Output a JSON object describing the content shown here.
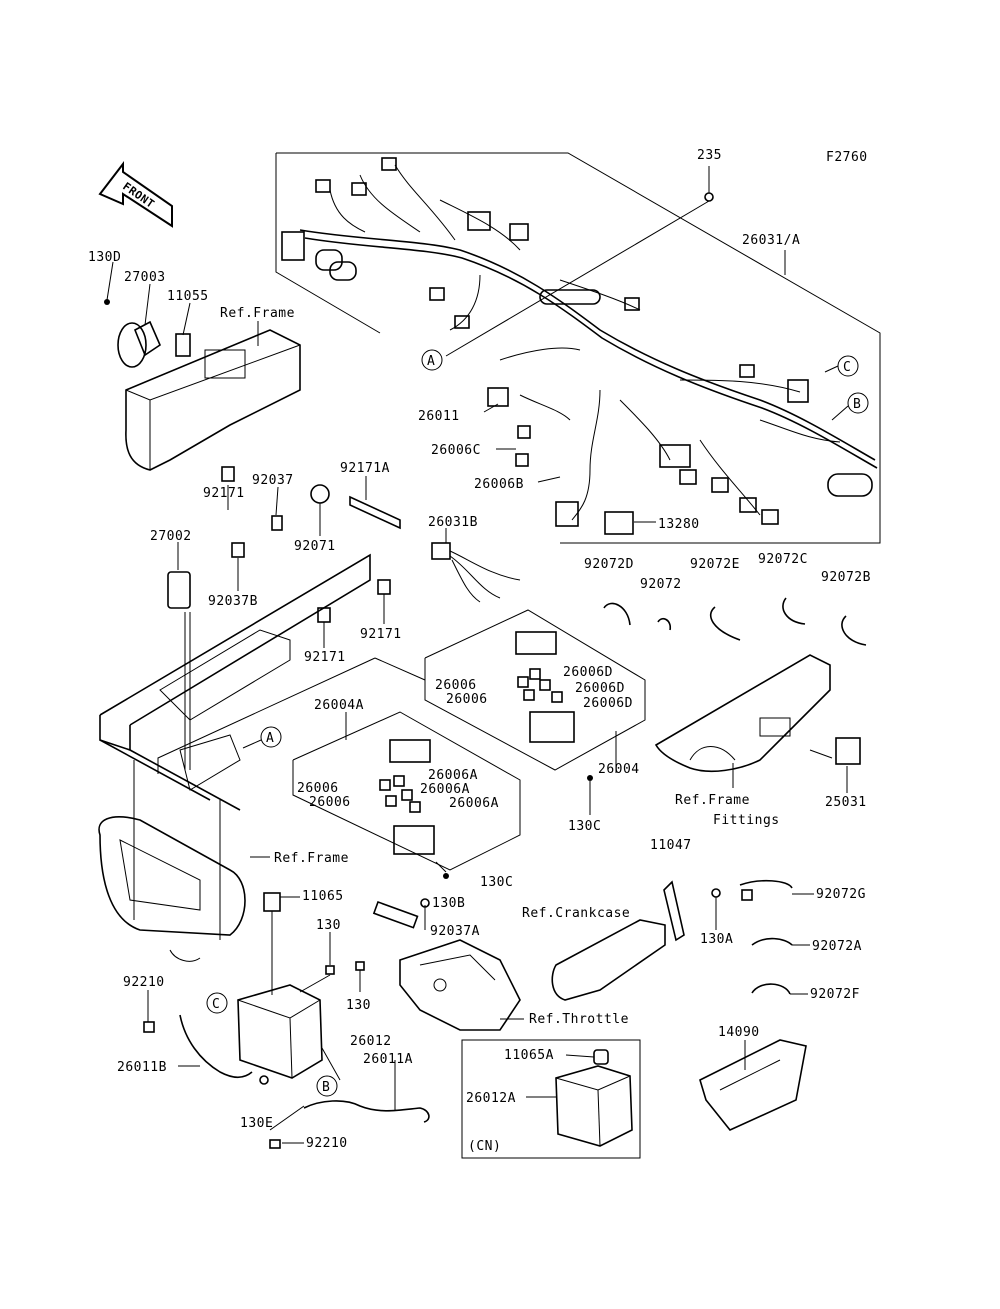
{
  "figure_code": "F2760",
  "front_badge": "FRONT",
  "callouts": {
    "ref_A": "A",
    "ref_B": "B",
    "ref_C": "C",
    "cn": "(CN)"
  },
  "refs": {
    "frame_top": "Ref.Frame",
    "frame_mid": "Ref.Frame",
    "frame_fittings_1": "Ref.Frame",
    "frame_fittings_2": "Fittings",
    "crankcase": "Ref.Crankcase",
    "throttle": "Ref.Throttle"
  },
  "parts": {
    "p235": "235",
    "p26031A": "26031/A",
    "p130D": "130D",
    "p27003": "27003",
    "p11055": "11055",
    "p26011": "26011",
    "p26006C": "26006C",
    "p26006B": "26006B",
    "p13280": "13280",
    "p92037": "92037",
    "p92171A": "92171A",
    "p92171_a": "92171",
    "p92071": "92071",
    "p26031B": "26031B",
    "p27002": "27002",
    "p92037B": "92037B",
    "p92171_b": "92171",
    "p92171_c": "92171",
    "p92072D": "92072D",
    "p92072": "92072",
    "p92072E": "92072E",
    "p92072C": "92072C",
    "p92072B": "92072B",
    "p26006_a": "26006",
    "p26006_b": "26006",
    "p26006D_a": "26006D",
    "p26006D_b": "26006D",
    "p26006D_c": "26006D",
    "p26004A": "26004A",
    "p26004": "26004",
    "p26006_c": "26006",
    "p26006_d": "26006",
    "p26006A_a": "26006A",
    "p26006A_b": "26006A",
    "p26006A_c": "26006A",
    "p130C_a": "130C",
    "p130C_b": "130C",
    "p25031": "25031",
    "p11047": "11047",
    "p11065": "11065",
    "p130B": "130B",
    "p92037A": "92037A",
    "p130A": "130A",
    "p92072G": "92072G",
    "p92072A": "92072A",
    "p92072F": "92072F",
    "p130_a": "130",
    "p130_b": "130",
    "p92210_a": "92210",
    "p26012": "26012",
    "p26011A": "26011A",
    "p26011B": "26011B",
    "p130E": "130E",
    "p92210_b": "92210",
    "p11065A": "11065A",
    "p26012A": "26012A",
    "p14090": "14090"
  }
}
